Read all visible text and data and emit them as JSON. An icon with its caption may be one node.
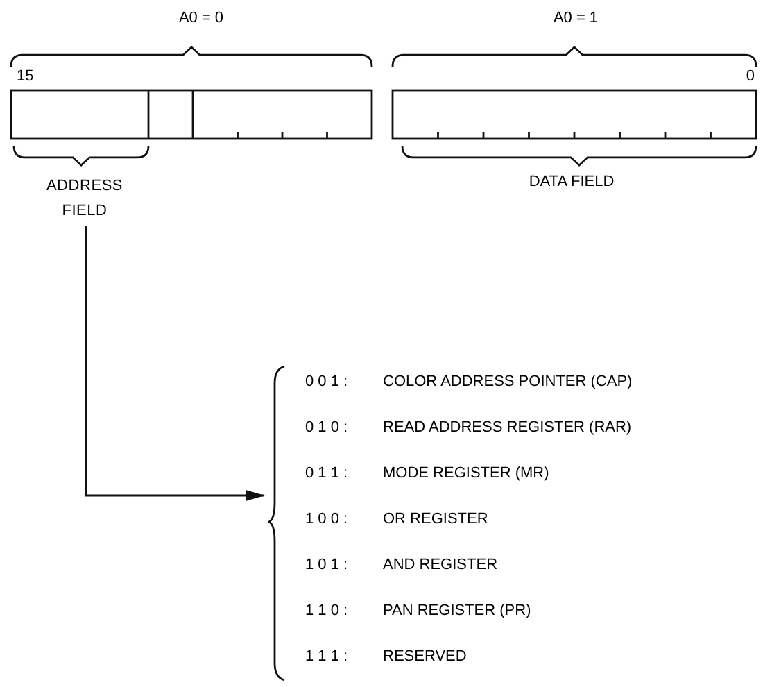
{
  "diagram": {
    "nodes": [
      {
        "text": [
          "ADDRESS FIELD"
        ]
      },
      {
        "text": [
          "0 0 1 :",
          "COLOR ADDRESS POINTER (CAP)",
          "0 1 0 :",
          "READ ADDRESS REGISTER (RAR)",
          "0 1 1 :",
          "MODE REGISTER (MR)",
          "1 0 0 :",
          "OR REGISTER",
          "1 0 1 :",
          "AND REGISTER",
          "1 1 0 :",
          "PAN REGISTER (PR)",
          "1 1 1 :",
          "RESERVED"
        ]
      }
    ],
    "edges": [
      {
        "from": 0,
        "to": 1,
        "arrow": "to"
      }
    ],
    "labels": [
      "A0 = 0",
      "A0 = 1",
      "15",
      "0",
      "DATA FIELD"
    ]
  }
}
